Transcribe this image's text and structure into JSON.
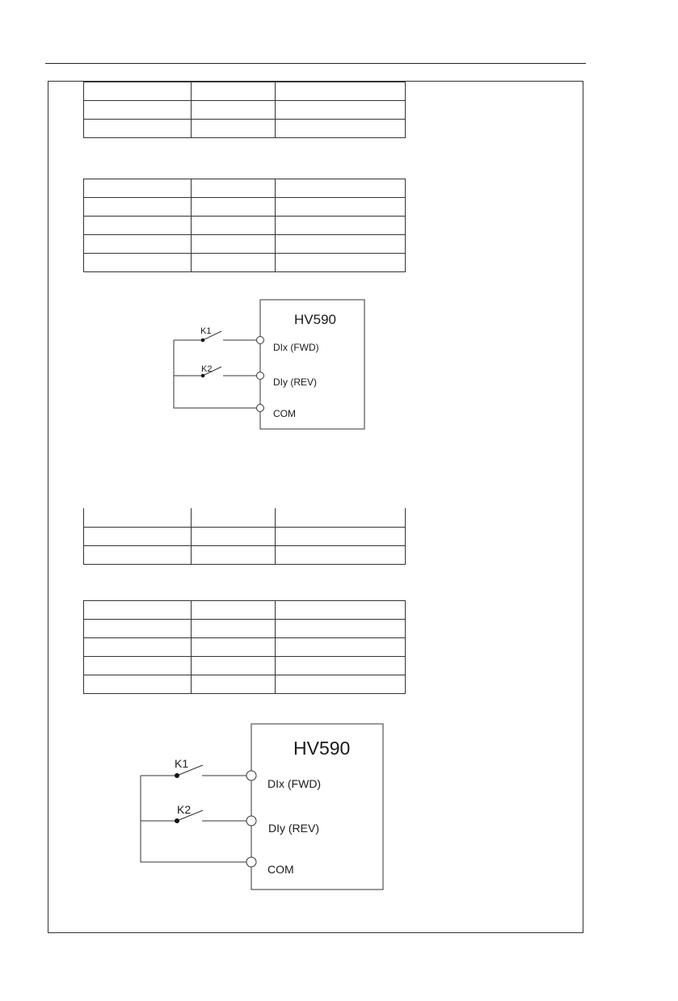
{
  "diagram_top": {
    "device": "HV590",
    "switches": [
      "K1",
      "K2"
    ],
    "terminals": [
      "DIx (FWD)",
      "DIy (REV)",
      "COM"
    ]
  },
  "diagram_bottom": {
    "device": "HV590",
    "switches": [
      "K1",
      "K2"
    ],
    "terminals": [
      "DIx (FWD)",
      "DIy (REV)",
      "COM"
    ]
  },
  "tables": [
    {
      "rows": [
        [
          "",
          "",
          ""
        ],
        [
          "",
          "",
          ""
        ],
        [
          "",
          "",
          ""
        ]
      ]
    },
    {
      "rows": [
        [
          "",
          "",
          ""
        ],
        [
          "",
          "",
          ""
        ],
        [
          "",
          "",
          ""
        ],
        [
          "",
          "",
          ""
        ],
        [
          "",
          "",
          ""
        ]
      ]
    },
    {
      "rows": [
        [
          "",
          "",
          ""
        ],
        [
          "",
          "",
          ""
        ],
        [
          "",
          "",
          ""
        ]
      ]
    },
    {
      "rows": [
        [
          "",
          "",
          ""
        ],
        [
          "",
          "",
          ""
        ],
        [
          "",
          "",
          ""
        ],
        [
          "",
          "",
          ""
        ],
        [
          "",
          "",
          ""
        ]
      ]
    }
  ]
}
